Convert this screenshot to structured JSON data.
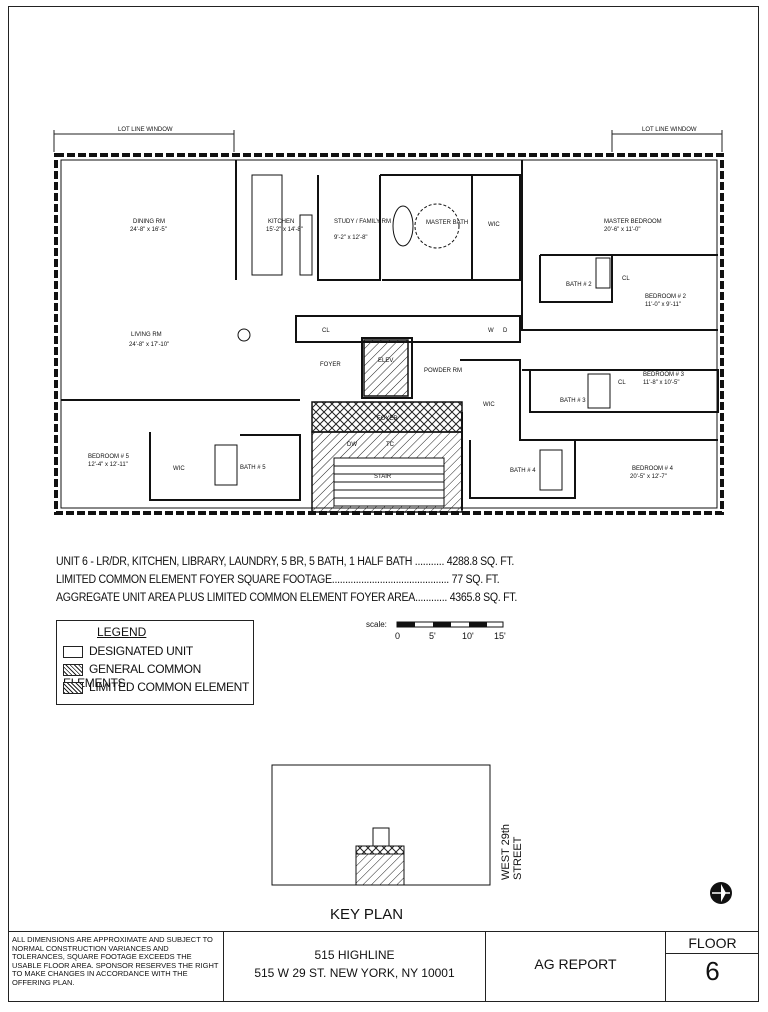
{
  "plan": {
    "lot_line_left": "LOT LINE WINDOW",
    "lot_line_right": "LOT LINE WINDOW",
    "rooms": {
      "dining": {
        "name": "DINING RM",
        "dims": "24'-8\" x 16'-5\""
      },
      "kitchen": {
        "name": "KITCHEN",
        "dims": "15'-2\" x 14'-8\""
      },
      "study": {
        "name": "STUDY / FAMILY RM",
        "dims": "9'-2\" x 12'-8\""
      },
      "master_bath": {
        "name": "MASTER BATH"
      },
      "wic_master": {
        "name": "WIC"
      },
      "master_bedroom": {
        "name": "MASTER BEDROOM",
        "dims": "20'-6\" x 11'-0\""
      },
      "bath2": {
        "name": "BATH # 2"
      },
      "cl2": {
        "name": "CL"
      },
      "bedroom2": {
        "name": "BEDROOM # 2",
        "dims": "11'-0\" x 9'-11\""
      },
      "living": {
        "name": "LIVING RM",
        "dims": "24'-8\" x 17'-10\""
      },
      "cl_hall": {
        "name": "CL"
      },
      "w": {
        "name": "W"
      },
      "d": {
        "name": "D"
      },
      "foyer": {
        "name": "FOYER"
      },
      "elev": {
        "name": "ELEV."
      },
      "powder": {
        "name": "POWDER RM"
      },
      "bedroom3": {
        "name": "BEDROOM # 3",
        "dims": "11'-8\" x 10'-5\""
      },
      "cl3": {
        "name": "CL"
      },
      "bath3": {
        "name": "BATH # 3"
      },
      "wic_hall": {
        "name": "WIC"
      },
      "foyer_common": {
        "name": "FOYER"
      },
      "stair": {
        "name": "STAIR"
      },
      "dw": {
        "name": "DW"
      },
      "tc": {
        "name": "TC"
      },
      "bedroom5": {
        "name": "BEDROOM # 5",
        "dims": "12'-4\" x 12'-11\""
      },
      "wic5": {
        "name": "WIC"
      },
      "bath5": {
        "name": "BATH # 5"
      },
      "bath4": {
        "name": "BATH # 4"
      },
      "bedroom4": {
        "name": "BEDROOM # 4",
        "dims": "20'-5\" x 12'-7\""
      }
    }
  },
  "areas": [
    "UNIT 6 - LR/DR, KITCHEN, LIBRARY, LAUNDRY, 5 BR, 5 BATH, 1 HALF BATH ........... 4288.8 SQ. FT.",
    "LIMITED COMMON ELEMENT FOYER SQUARE FOOTAGE............................................ 77 SQ. FT.",
    "AGGREGATE UNIT AREA PLUS LIMITED COMMON ELEMENT FOYER AREA............ 4365.8 SQ. FT."
  ],
  "legend": {
    "title": "LEGEND",
    "items": [
      "DESIGNATED UNIT",
      "GENERAL COMMON ELEMENTS",
      "LIMITED COMMON ELEMENT"
    ]
  },
  "scale": {
    "label": "scale:",
    "ticks": [
      "0",
      "5'",
      "10'",
      "15'"
    ]
  },
  "key_plan": {
    "title": "KEY PLAN",
    "street": "WEST 29th STREET"
  },
  "title_block": {
    "disclaimer": "ALL DIMENSIONS ARE APPROXIMATE AND SUBJECT TO NORMAL CONSTRUCTION VARIANCES AND TOLERANCES, SQUARE FOOTAGE EXCEEDS THE USABLE FLOOR AREA. SPONSOR RESERVES THE RIGHT TO MAKE CHANGES IN ACCORDANCE WITH THE OFFERING PLAN.",
    "building": "515 HIGHLINE",
    "address": "515 W 29 ST. NEW YORK, NY 10001",
    "report": "AG REPORT",
    "floor_label": "FLOOR",
    "floor_number": "6"
  }
}
